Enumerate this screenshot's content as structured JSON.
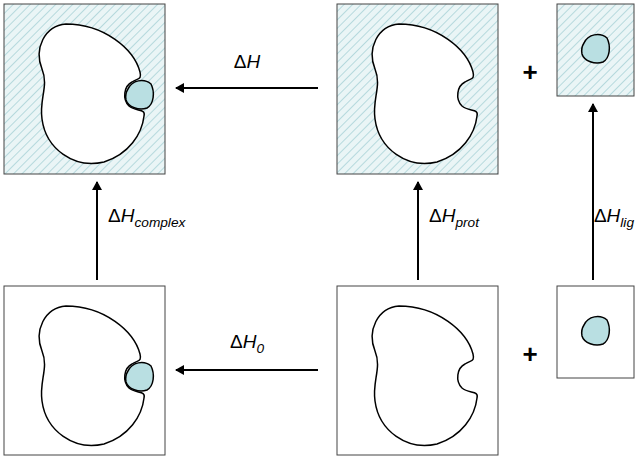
{
  "diagram": {
    "labels": [
      "ΔH",
      "+",
      "ΔHcomplex",
      "ΔHprot",
      "ΔHlig",
      "ΔH0",
      "+"
    ]
  }
}
